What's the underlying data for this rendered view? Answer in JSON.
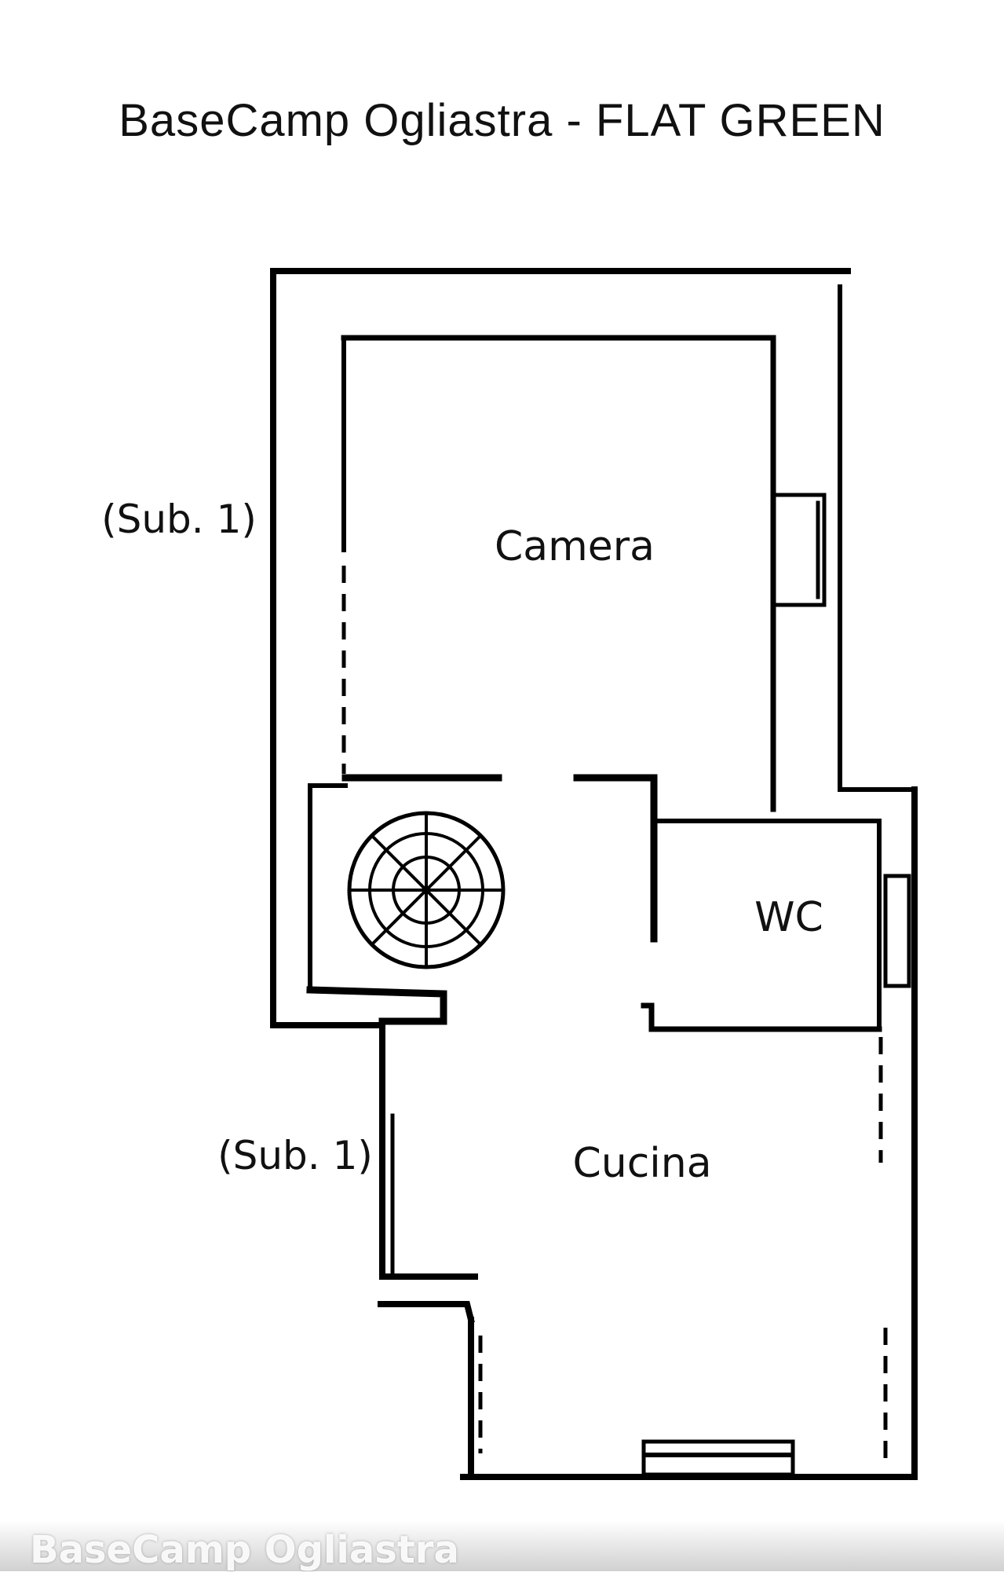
{
  "title": "BaseCamp Ogliastra - FLAT GREEN",
  "rooms": {
    "camera": "Camera",
    "wc": "WC",
    "cucina": "Cucina"
  },
  "neighbors": {
    "upper": "(Sub. 1)",
    "lower": "(Sub. 1)"
  },
  "watermark": "BaseCamp Ogliastra",
  "colors": {
    "ink": "#000000",
    "background": "#ffffff"
  }
}
